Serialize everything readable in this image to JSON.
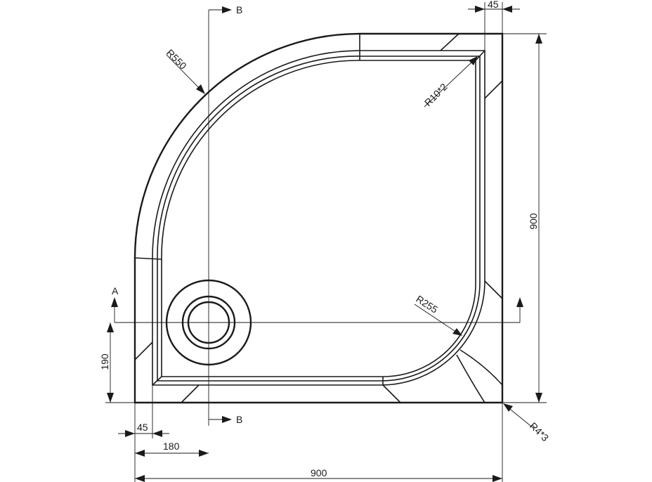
{
  "labels": {
    "section_b_top": "B",
    "section_b_bottom": "B",
    "section_a": "A",
    "flange_top": "45",
    "flange_left": "45",
    "radius_outer": "R550",
    "radius_corner": "R10*2",
    "radius_inner": "R255",
    "radius_foot": "R4*3",
    "height": "900",
    "width": "900",
    "drain_offset_x": "180",
    "drain_offset_y": "190"
  }
}
